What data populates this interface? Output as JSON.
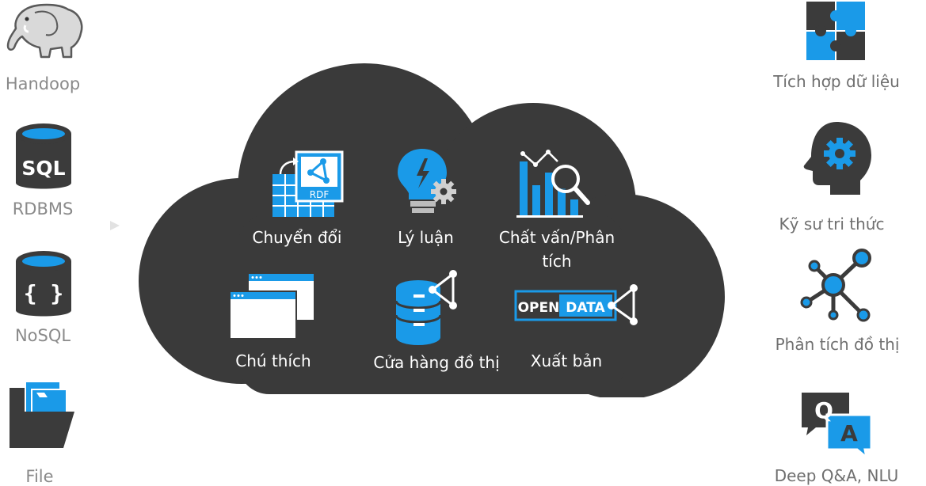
{
  "sources": {
    "hadoop": "Handoop",
    "rdbms": "RDBMS",
    "nosql": "NoSQL",
    "file": "File",
    "sql_text": "SQL",
    "nosql_text": "{ }"
  },
  "cloud": {
    "transform": "Chuyển đổi",
    "reasoning": "Lý luận",
    "query": "Chất vấn/Phân\ntích",
    "annotation": "Chú thích",
    "graph_store": "Cửa hàng đồ thị",
    "publish": "Xuất bản",
    "rdf_text": "RDF",
    "open_text": "OPEN",
    "data_text": "DATA"
  },
  "outputs": {
    "integration": "Tích hợp dữ liệu",
    "knowledge_engineer": "Kỹ sư tri thức",
    "graph_analysis": "Phân tích đồ thị",
    "deep_qa": "Deep Q&A, NLU",
    "q_text": "Q",
    "a_text": "A"
  },
  "colors": {
    "cloud": "#3a3a3a",
    "accent_blue": "#1a9ae8",
    "icon_dark": "#3b3b3b",
    "label_gray": "#8a8a8a"
  }
}
